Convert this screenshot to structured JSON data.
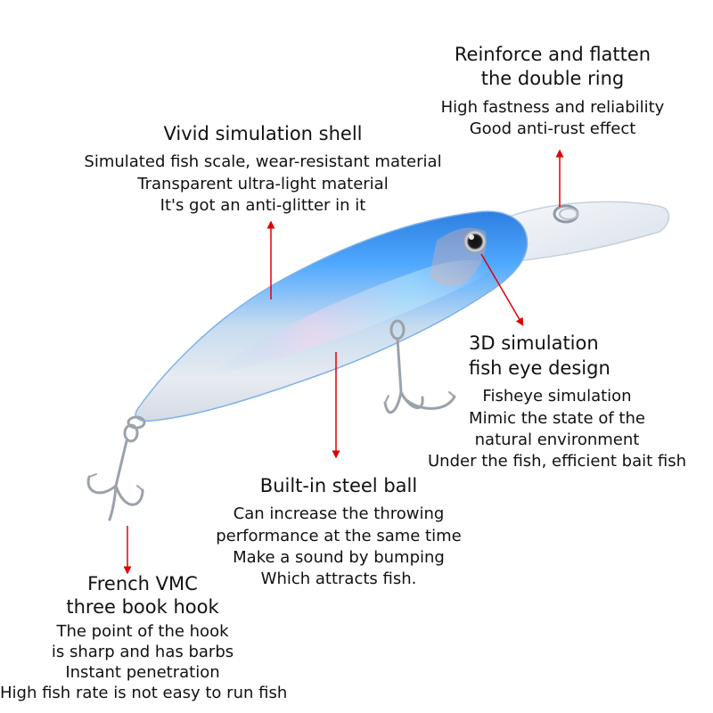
{
  "colors": {
    "arrow": "#e00000",
    "lure_blue": "#2f94f0",
    "lure_light_blue": "#8cc8ff",
    "lure_clear": "#e8eef5",
    "hook_metal": "#9aa2aa"
  },
  "annotations": {
    "double_ring": {
      "title_lines": [
        "Reinforce and flatten",
        "the double ring"
      ],
      "detail_lines": [
        "High fastness and reliability",
        "Good anti-rust effect"
      ]
    },
    "shell": {
      "title_lines": [
        "Vivid simulation shell"
      ],
      "detail_lines": [
        "Simulated fish scale, wear-resistant material",
        "Transparent ultra-light material",
        "It's got an anti-glitter in it"
      ]
    },
    "eye": {
      "title_lines": [
        "3D simulation",
        "fish eye design"
      ],
      "detail_lines": [
        "Fisheye simulation",
        "Mimic the state of the",
        "natural environment",
        "Under the fish, efficient bait fish"
      ]
    },
    "steel_ball": {
      "title_lines": [
        "Built-in steel ball"
      ],
      "detail_lines": [
        "Can increase the throwing",
        "performance at the same time",
        "Make a sound by bumping",
        "Which attracts fish."
      ]
    },
    "hook": {
      "title_lines": [
        "French VMC",
        "three book hook"
      ],
      "detail_lines": [
        "The point of the hook",
        "is sharp and has barbs",
        "Instant penetration",
        "High fish rate is not easy to run fish"
      ]
    }
  },
  "product": {
    "icon": "fishing-lure-image"
  }
}
